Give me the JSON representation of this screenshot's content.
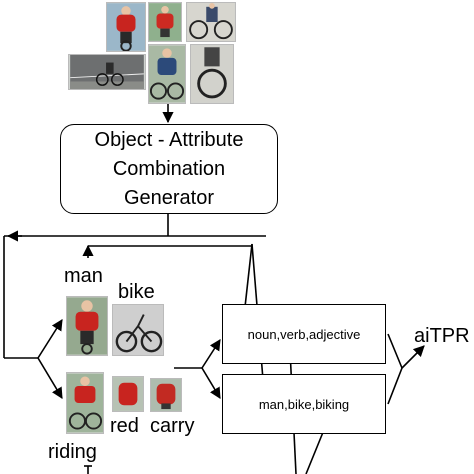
{
  "generator": {
    "line1": "Object - Attribute",
    "line2": "Combination",
    "line3": "Generator"
  },
  "labels": {
    "man": "man",
    "bike": "bike",
    "riding": "riding",
    "red": "red",
    "carry": "carry"
  },
  "boxes": {
    "top": "noun,verb,adjective",
    "bottom": "man,bike,biking"
  },
  "output": "aiTPR"
}
